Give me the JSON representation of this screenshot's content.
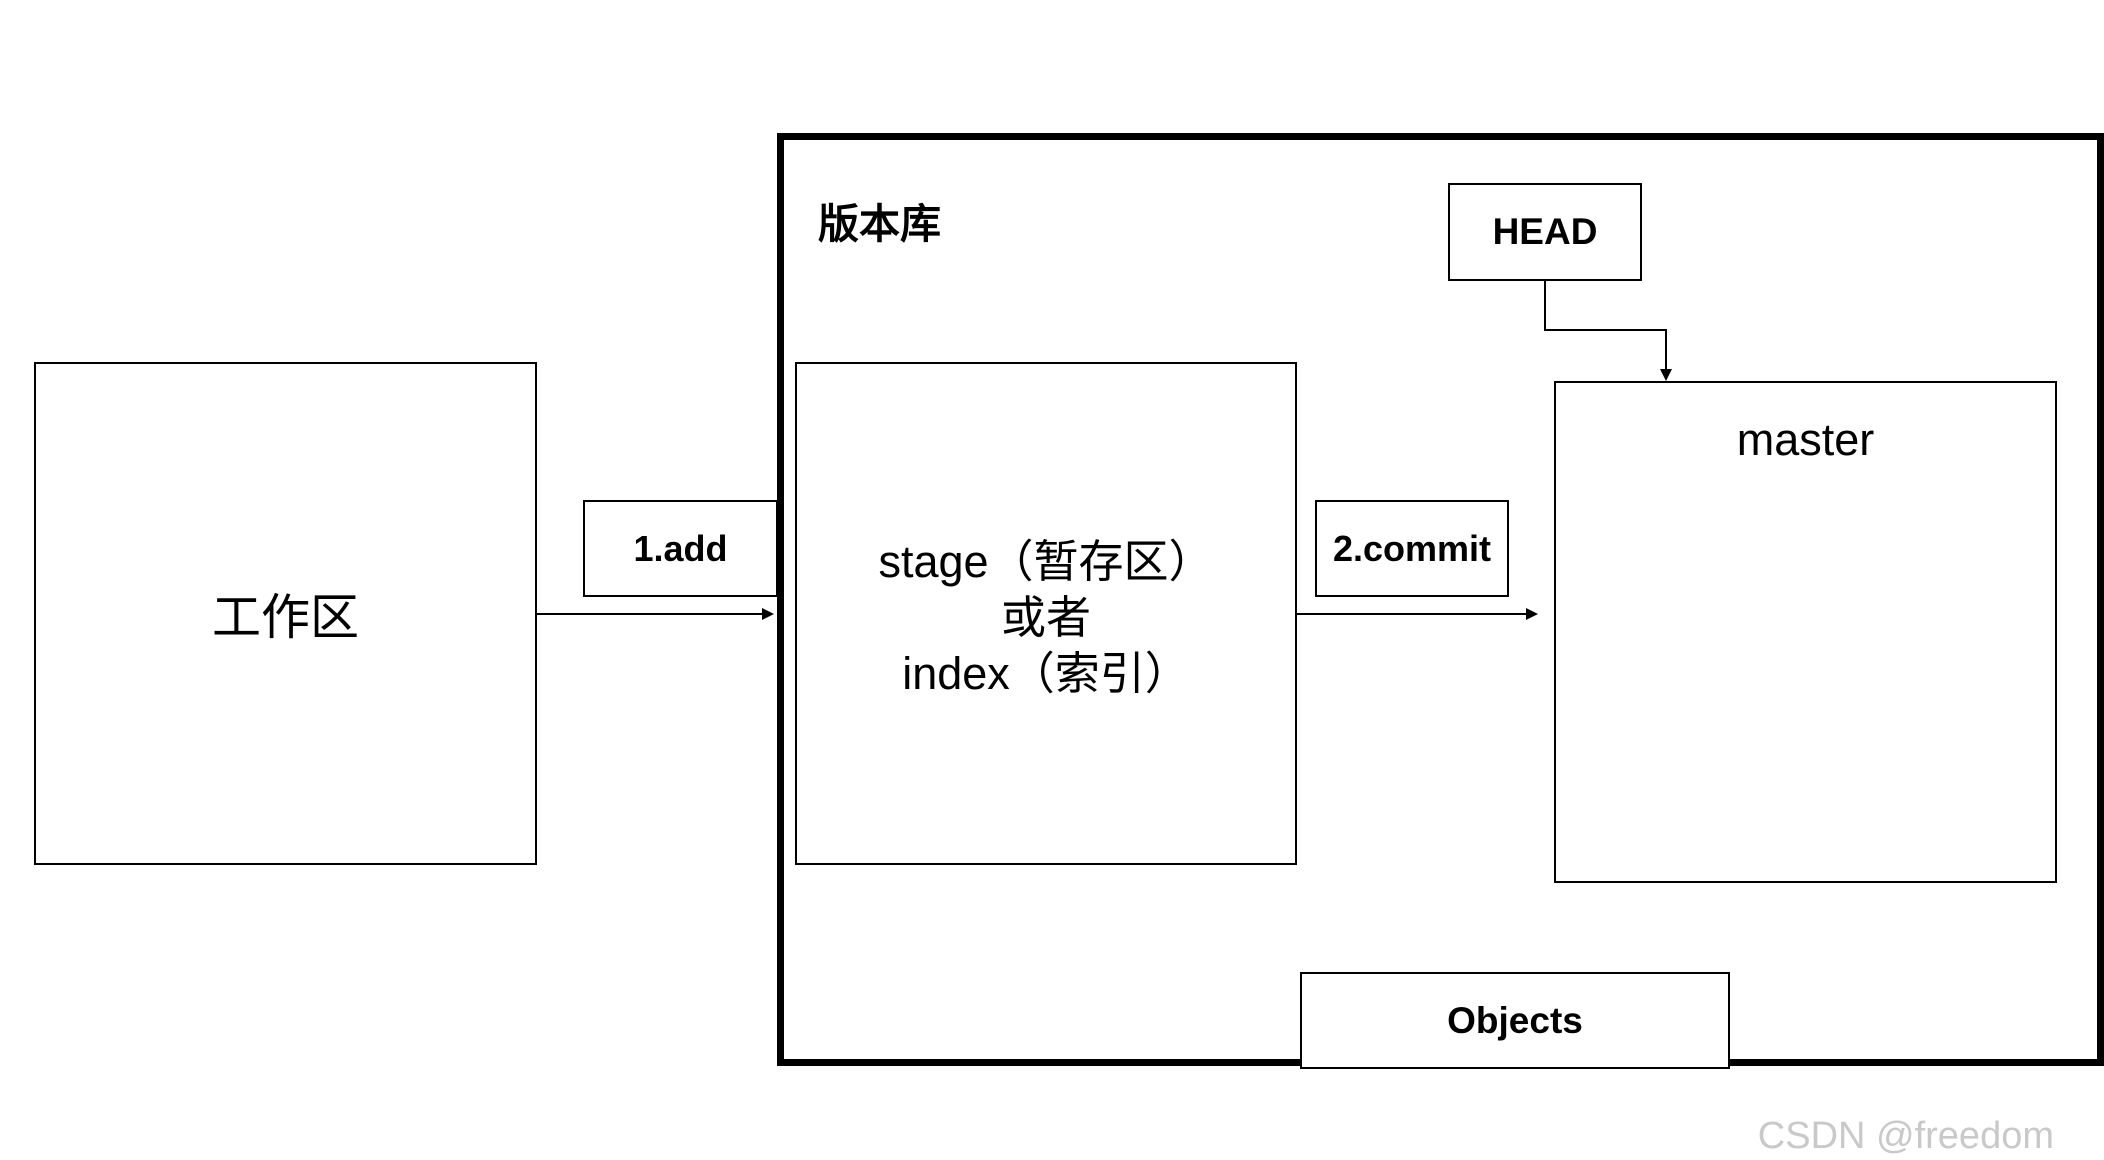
{
  "diagram": {
    "workspace": {
      "label": "工作区"
    },
    "repository": {
      "label": "版本库"
    },
    "stage": {
      "line1": "stage（暂存区）",
      "line2": "或者",
      "line3": "index（索引）"
    },
    "head": {
      "label": "HEAD"
    },
    "master": {
      "label": "master"
    },
    "objects": {
      "label": "Objects"
    },
    "edges": {
      "add": {
        "label": "1.add"
      },
      "commit": {
        "label": "2.commit"
      }
    }
  },
  "watermark": "CSDN @freedom"
}
